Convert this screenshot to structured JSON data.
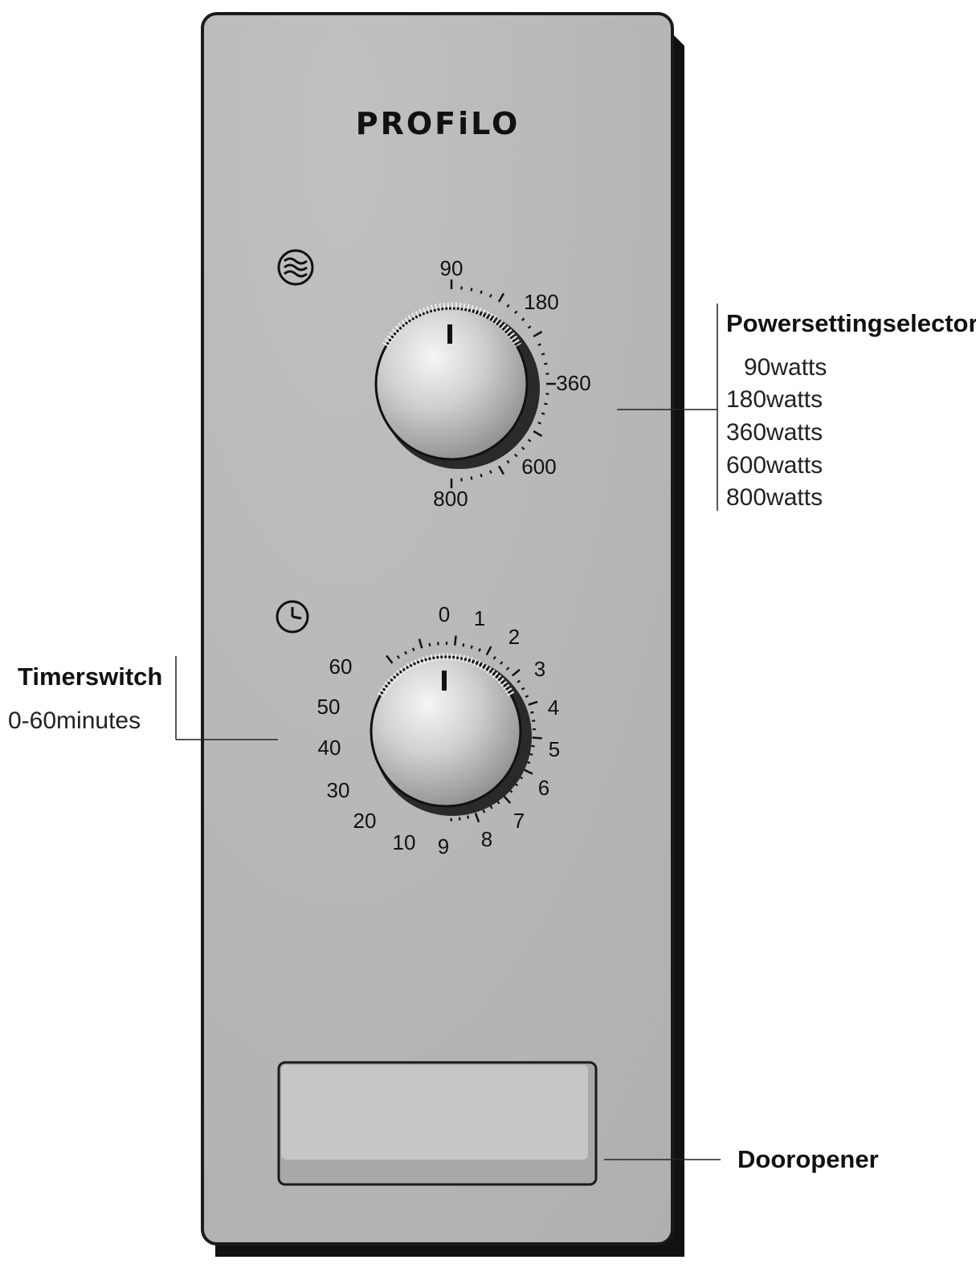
{
  "brand": "PROFiLO",
  "power_selector": {
    "title": "Powersettingselector",
    "options": [
      "90watts",
      "180watts",
      "360watts",
      "600watts",
      "800watts"
    ],
    "dial_labels": [
      "90",
      "180",
      "360",
      "600",
      "800"
    ],
    "icon": "microwave-waves-icon"
  },
  "timer": {
    "title": "Timerswitch",
    "range": "0-60minutes",
    "dial_labels": [
      "0",
      "1",
      "2",
      "3",
      "4",
      "5",
      "6",
      "7",
      "8",
      "9",
      "10",
      "20",
      "30",
      "40",
      "50",
      "60"
    ],
    "icon": "clock-icon"
  },
  "door": {
    "title": "Dooropener"
  },
  "colors": {
    "panel": "#b4b4b4",
    "panel_shadow": "#111111",
    "knob": "#d6d6d6",
    "door_button": "#c6c6c6"
  }
}
